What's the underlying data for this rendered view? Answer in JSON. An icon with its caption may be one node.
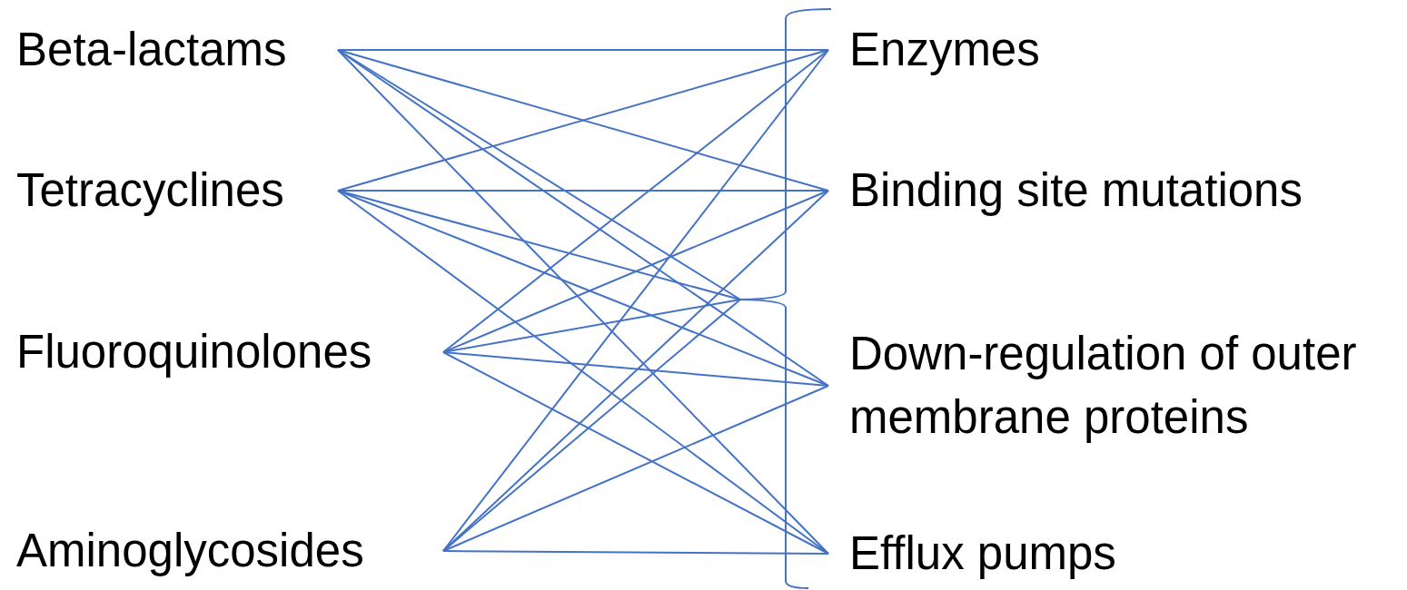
{
  "diagram": {
    "nodes": [
      {
        "text": [
          "Beta-lactams"
        ]
      },
      {
        "text": [
          "Tetracyclines"
        ]
      },
      {
        "text": [
          "Fluoroquinolones"
        ]
      },
      {
        "text": [
          "Aminoglycosides"
        ]
      },
      {
        "text": [
          "Enzymes"
        ]
      },
      {
        "text": [
          "Binding site mutations"
        ]
      },
      {
        "text": [
          "Down-regulation of outer membrane proteins"
        ]
      },
      {
        "text": [
          "Efflux pumps"
        ]
      },
      {
        "text": [],
        "shape": "brace"
      }
    ],
    "edges": [
      {
        "from": 0,
        "to": 4,
        "arrow": "none"
      },
      {
        "from": 0,
        "to": 5,
        "arrow": "none"
      },
      {
        "from": 0,
        "to": 8,
        "arrow": "none"
      },
      {
        "from": 0,
        "to": 6,
        "arrow": "none"
      },
      {
        "from": 0,
        "to": 7,
        "arrow": "none"
      },
      {
        "from": 1,
        "to": 4,
        "arrow": "none"
      },
      {
        "from": 1,
        "to": 5,
        "arrow": "none"
      },
      {
        "from": 1,
        "to": 8,
        "arrow": "none"
      },
      {
        "from": 1,
        "to": 6,
        "arrow": "none"
      },
      {
        "from": 1,
        "to": 7,
        "arrow": "none"
      },
      {
        "from": 2,
        "to": 4,
        "arrow": "none"
      },
      {
        "from": 2,
        "to": 5,
        "arrow": "none"
      },
      {
        "from": 2,
        "to": 8,
        "arrow": "none"
      },
      {
        "from": 2,
        "to": 6,
        "arrow": "none"
      },
      {
        "from": 2,
        "to": 7,
        "arrow": "none"
      },
      {
        "from": 3,
        "to": 4,
        "arrow": "none"
      },
      {
        "from": 3,
        "to": 5,
        "arrow": "none"
      },
      {
        "from": 3,
        "to": 8,
        "arrow": "none"
      },
      {
        "from": 3,
        "to": 6,
        "arrow": "none"
      },
      {
        "from": 3,
        "to": 7,
        "arrow": "none"
      }
    ]
  }
}
